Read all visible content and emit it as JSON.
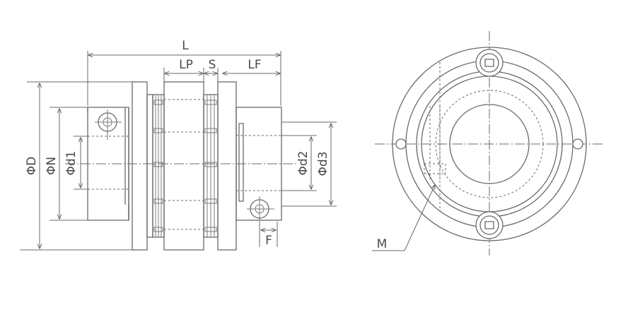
{
  "side_view": {
    "labels": {
      "L": "L",
      "LP": "LP",
      "S": "S",
      "LF": "LF",
      "D": "ΦD",
      "N": "ΦN",
      "d1": "Φd1",
      "d2": "Φd2",
      "d3": "Φd3",
      "F": "F"
    }
  },
  "front_view": {
    "labels": {
      "M": "M"
    }
  }
}
